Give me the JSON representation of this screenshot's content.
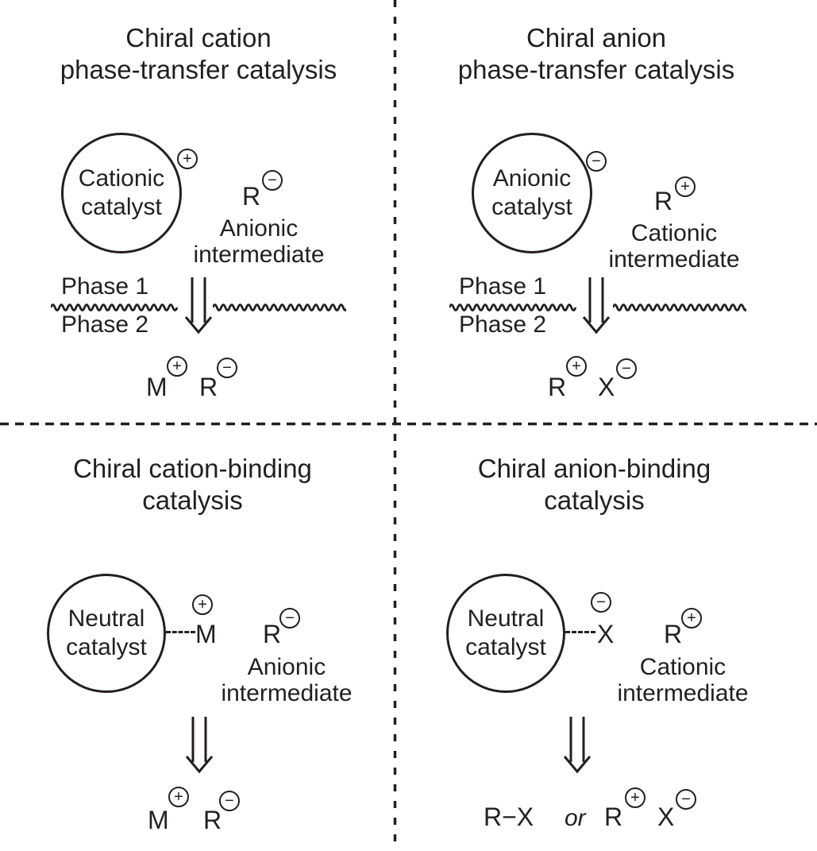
{
  "figure": {
    "ink_color": "#231f20",
    "background_color": "#ffffff"
  },
  "quadrants": {
    "top_left": {
      "title_line1": "Chiral cation",
      "title_line2": "phase-transfer catalysis",
      "catalyst_line1": "Cationic",
      "catalyst_line2": "catalyst",
      "catalyst_charge": "+",
      "intermediate_symbol": "R",
      "intermediate_charge": "−",
      "intermediate_label_line1": "Anionic",
      "intermediate_label_line2": "intermediate",
      "phase_top": "Phase 1",
      "phase_bottom": "Phase 2",
      "product1_symbol": "M",
      "product1_charge": "+",
      "product2_symbol": "R",
      "product2_charge": "−"
    },
    "top_right": {
      "title_line1": "Chiral anion",
      "title_line2": "phase-transfer catalysis",
      "catalyst_line1": "Anionic",
      "catalyst_line2": "catalyst",
      "catalyst_charge": "−",
      "intermediate_symbol": "R",
      "intermediate_charge": "+",
      "intermediate_label_line1": "Cationic",
      "intermediate_label_line2": "intermediate",
      "phase_top": "Phase 1",
      "phase_bottom": "Phase 2",
      "product1_symbol": "R",
      "product1_charge": "+",
      "product2_symbol": "X",
      "product2_charge": "−"
    },
    "bottom_left": {
      "title_line1": "Chiral cation-binding",
      "title_line2": "catalysis",
      "catalyst_line1": "Neutral",
      "catalyst_line2": "catalyst",
      "bound_symbol": "M",
      "bound_charge": "+",
      "intermediate_symbol": "R",
      "intermediate_charge": "−",
      "intermediate_label_line1": "Anionic",
      "intermediate_label_line2": "intermediate",
      "product1_symbol": "M",
      "product1_charge": "+",
      "product2_symbol": "R",
      "product2_charge": "−"
    },
    "bottom_right": {
      "title_line1": "Chiral anion-binding",
      "title_line2": "catalysis",
      "catalyst_line1": "Neutral",
      "catalyst_line2": "catalyst",
      "bound_symbol": "X",
      "bound_charge": "−",
      "intermediate_symbol": "R",
      "intermediate_charge": "+",
      "intermediate_label_line1": "Cationic",
      "intermediate_label_line2": "intermediate",
      "product_neutral": "R−X",
      "product_or": "or",
      "product1_symbol": "R",
      "product1_charge": "+",
      "product2_symbol": "X",
      "product2_charge": "−"
    }
  }
}
